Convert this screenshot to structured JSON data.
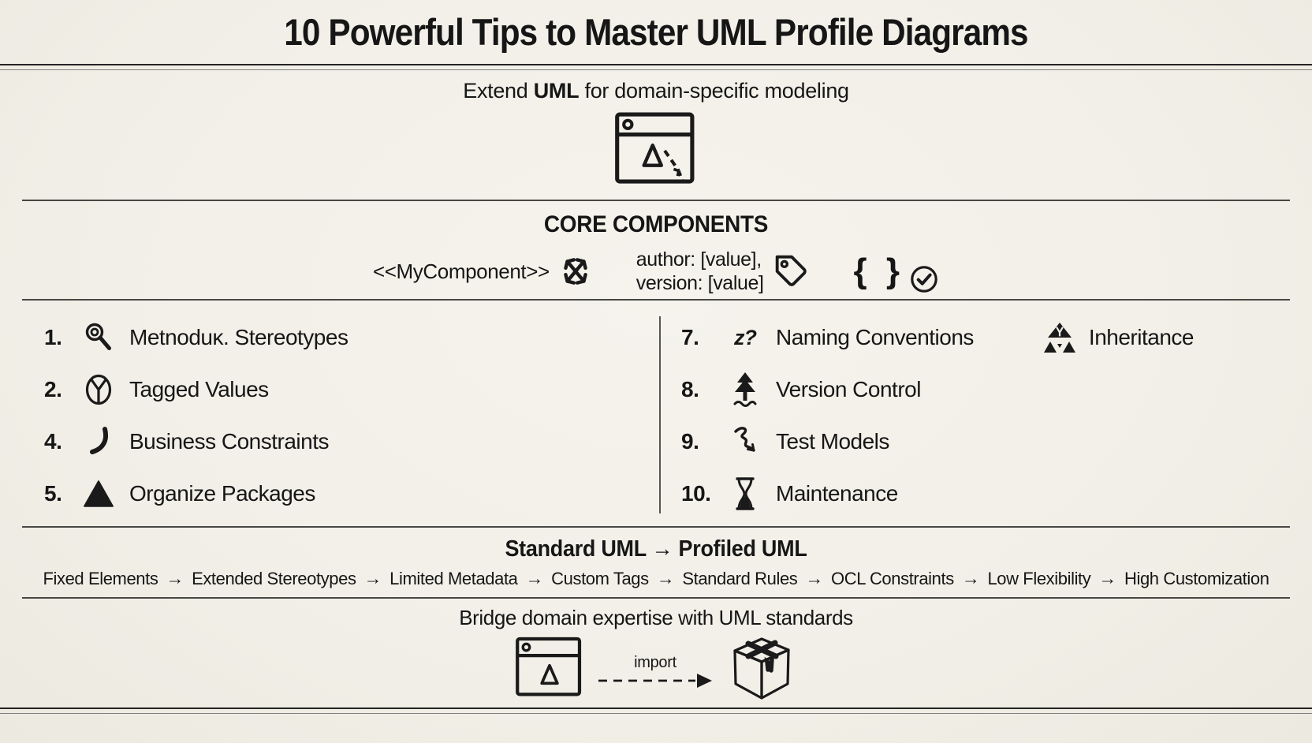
{
  "canvas": {
    "bg": "#f2f0e9",
    "ink": "#161616",
    "rule_color": "#474743"
  },
  "title": "10 Powerful Tips to Master UML Profile Diagrams",
  "hook": {
    "prefix": "Extend ",
    "bold": "UML",
    "suffix": " for domain-specific modeling",
    "icon": "browser-window-cursor-icon"
  },
  "core": {
    "heading": "CORE COMPONENTS",
    "stereotype_label": "<<MyComponent>>",
    "stereotype_icon": "crossing-arrows-icon",
    "tagged_values_line1": "author: [value],",
    "tagged_values_line2": "version: [value]",
    "tagged_values_icon": "tag-icon",
    "constraints_label": "{ }",
    "constraints_icon": "check-circle-icon"
  },
  "tips": {
    "left": [
      {
        "num": "1.",
        "icon": "magnifier-icon",
        "label": "Metnoduĸ. Stereotypes"
      },
      {
        "num": "2.",
        "icon": "circle-y-icon",
        "label": "Tagged Values"
      },
      {
        "num": "4.",
        "icon": "hook-curve-icon",
        "label": "Business Constraints"
      },
      {
        "num": "5.",
        "icon": "triangle-icon",
        "label": "Organize Packages"
      }
    ],
    "right": [
      {
        "num": "7.",
        "icon": "squiggle-glyph-icon",
        "icon_glyph": "z?",
        "label": "Naming Conventions",
        "extra_icon": "inheritance-triangles-icon",
        "extra_label": "Inheritance"
      },
      {
        "num": "8.",
        "icon": "tree-icon",
        "label": "Version Control"
      },
      {
        "num": "9.",
        "icon": "scribble-icon",
        "label": "Test Models"
      },
      {
        "num": "10.",
        "icon": "hourglass-icon",
        "label": "Maintenance"
      }
    ]
  },
  "comparison": {
    "heading": "Standard UML → Profiled UML",
    "arrow": "→",
    "flow": [
      "Fixed Elements",
      "Extended Stereotypes",
      "Limited Metadata",
      "Custom Tags",
      "Standard Rules",
      "OCL Constraints",
      "Low Flexibility",
      "High Customization"
    ]
  },
  "cta": {
    "text": "Bridge domain expertise with UML standards",
    "import_label": "import",
    "left_icon": "browser-window-icon",
    "right_icon": "package-box-icon"
  }
}
